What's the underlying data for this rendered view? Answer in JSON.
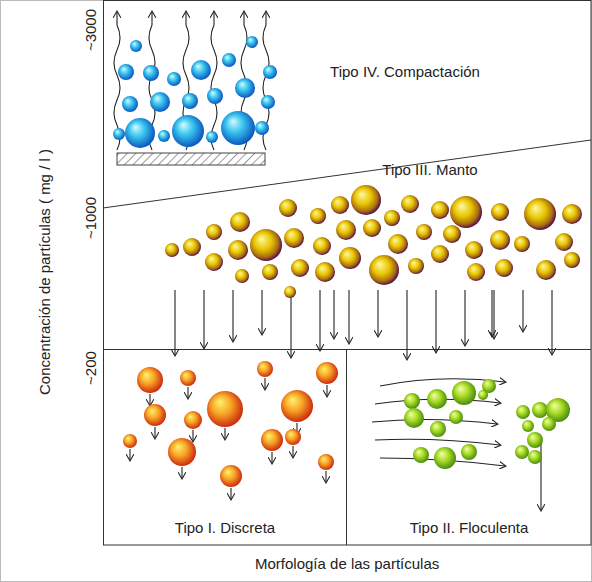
{
  "diagram": {
    "nodes": [
      {
        "text": [
          "Tipo IV. Compactación"
        ]
      },
      {
        "text": [
          "Tipo III. Manto"
        ]
      },
      {
        "text": [
          "Tipo I. Discreta"
        ]
      },
      {
        "text": [
          "Tipo II. Floculenta"
        ]
      }
    ],
    "labels": [
      "Concentración de partículas ( mg / l )",
      "~3000",
      "~1000",
      "~200",
      "Morfología de las partículas"
    ]
  }
}
